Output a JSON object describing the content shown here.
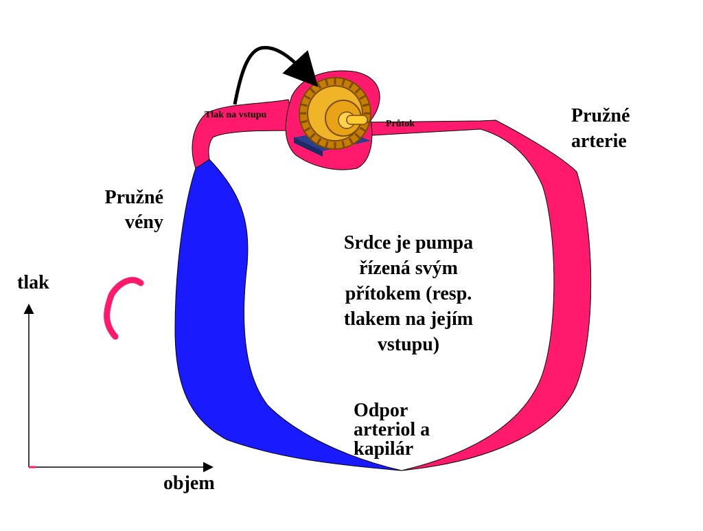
{
  "labels": {
    "elastic_arteries": [
      "Pružné",
      "arterie"
    ],
    "elastic_veins": [
      "Pružné",
      "vény"
    ],
    "inlet_pressure": "Tlak na vstupu",
    "flow": "Průtok",
    "resistance": [
      "Odpor",
      "arteriol a",
      "kapilár"
    ],
    "heart_statement": [
      "Srdce je pumpa",
      "řízená svým",
      "přítokem (resp.",
      "tlakem na jejím",
      "vstupu)"
    ]
  },
  "axes": {
    "y_label": "tlak",
    "x_label": "objem"
  },
  "colors": {
    "artery": "#ff1a6e",
    "vein": "#1a1aff",
    "pump_gold": "#e8a317",
    "pump_base": "#2a3f8f",
    "arrow": "#000000"
  },
  "icons": {
    "pump": "gear-pump-icon",
    "feedback_arrow": "curved-arrow-icon"
  }
}
